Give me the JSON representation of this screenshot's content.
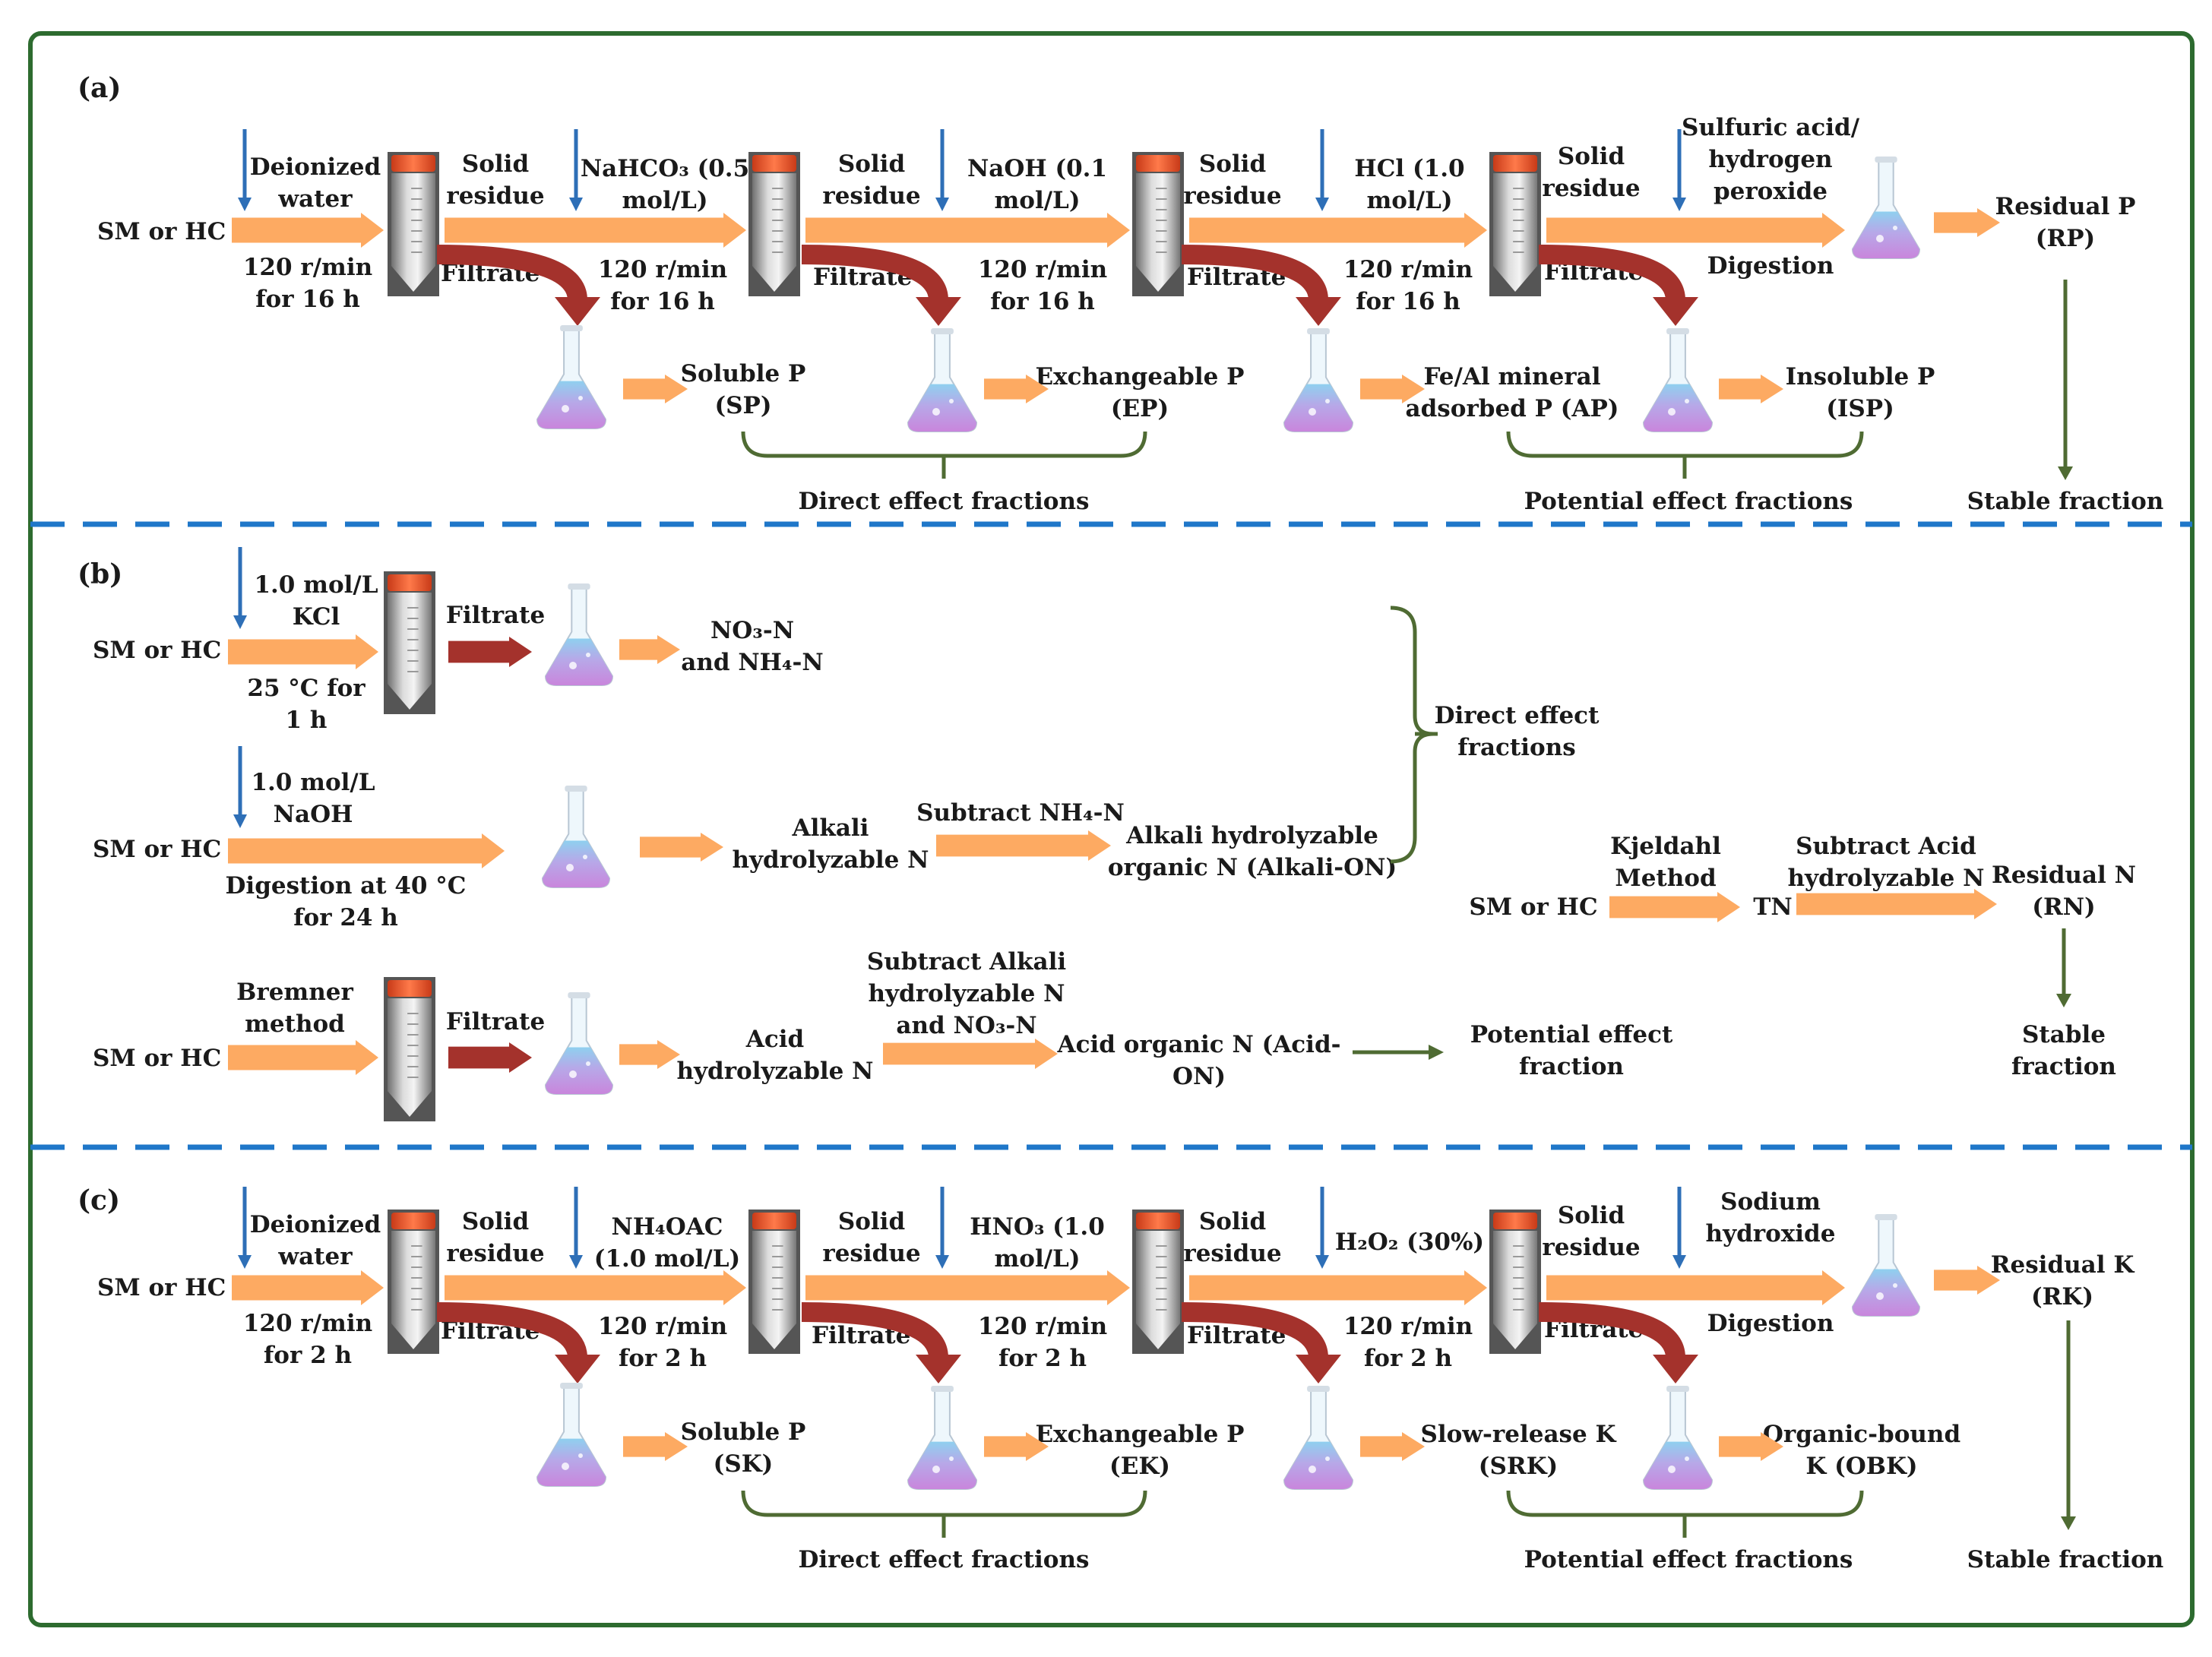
{
  "colors": {
    "frame": "#2d6b2f",
    "divider": "#1f77c9",
    "flow_arrow": "#fdaa62",
    "filtrate_arrow": "#a4322c",
    "reagent_arrow": "#2e6fb7",
    "bracket": "#4f6b33",
    "liquid_top": "#8fd0ef",
    "liquid_bottom": "#c986dc",
    "tube_cap": "#f0532f"
  },
  "icons": {
    "tube": "centrifuge-tube-icon",
    "flask": "erlenmeyer-flask-icon"
  },
  "panel_a": {
    "label": "(a)",
    "source": "SM or HC",
    "step1": {
      "reagent": [
        "Deionized",
        "water"
      ],
      "condition": [
        "120 r/min",
        "for 16 h"
      ]
    },
    "step2": {
      "reagent": [
        "NaHCO₃ (0.5",
        "mol/L)"
      ],
      "condition": [
        "120 r/min",
        "for 16 h"
      ]
    },
    "step3": {
      "reagent": [
        "NaOH (0.1",
        "mol/L)"
      ],
      "condition": [
        "120 r/min",
        "for 16 h"
      ]
    },
    "step4": {
      "reagent": [
        "HCl (1.0",
        "mol/L)"
      ],
      "condition": [
        "120 r/min",
        "for 16 h"
      ]
    },
    "step5": {
      "reagent": [
        "Sulfuric acid/",
        "hydrogen",
        "peroxide"
      ],
      "condition": "Digestion"
    },
    "solid_residue": [
      "Solid",
      "residue"
    ],
    "filtrate": "Filtrate",
    "fractions": [
      [
        "Soluble P",
        "(SP)"
      ],
      [
        "Exchangeable P",
        "(EP)"
      ],
      [
        "Fe/Al mineral",
        "adsorbed P (AP)"
      ],
      [
        "Insoluble P",
        "(ISP)"
      ]
    ],
    "residual": [
      "Residual P",
      "(RP)"
    ],
    "direct_group": "Direct effect fractions",
    "potential_group": "Potential effect fractions",
    "stable": "Stable fraction"
  },
  "panel_b": {
    "label": "(b)",
    "row1": {
      "source": "SM or HC",
      "reagent": [
        "1.0 mol/L",
        "KCl"
      ],
      "condition": [
        "25 °C for",
        "1 h"
      ],
      "filtrate": "Filtrate",
      "product": [
        "NO₃-N",
        "and NH₄-N"
      ]
    },
    "row2": {
      "source": "SM or HC",
      "reagent": [
        "1.0 mol/L",
        "NaOH"
      ],
      "condition": [
        "Digestion at 40 °C",
        "for 24 h"
      ],
      "product": [
        "Alkali",
        "hydrolyzable N"
      ],
      "subtract": "Subtract NH₄-N",
      "result": [
        "Alkali hydrolyzable",
        "organic N (Alkali-ON)"
      ]
    },
    "direct_group": [
      "Direct effect",
      "fractions"
    ],
    "row3": {
      "source": "SM or HC",
      "reagent": [
        "Bremner",
        "method"
      ],
      "filtrate": "Filtrate",
      "product": [
        "Acid",
        "hydrolyzable N"
      ],
      "subtract": [
        "Subtract Alkali",
        "hydrolyzable N",
        "and NO₃-N"
      ],
      "result": [
        "Acid organic N (Acid-",
        "ON)"
      ],
      "group": [
        "Potential effect",
        "fraction"
      ]
    },
    "kjeldahl": {
      "source": "SM or HC",
      "method": [
        "Kjeldahl",
        "Method"
      ],
      "tn": "TN",
      "subtract": [
        "Subtract Acid",
        "hydrolyzable N"
      ],
      "residual": [
        "Residual N",
        "(RN)"
      ],
      "stable": [
        "Stable",
        "fraction"
      ]
    }
  },
  "panel_c": {
    "label": "(c)",
    "source": "SM or HC",
    "step1": {
      "reagent": [
        "Deionized",
        "water"
      ],
      "condition": [
        "120 r/min",
        "for 2 h"
      ]
    },
    "step2": {
      "reagent": [
        "NH₄OAC",
        "(1.0 mol/L)"
      ],
      "condition": [
        "120 r/min",
        "for 2 h"
      ]
    },
    "step3": {
      "reagent": [
        "HNO₃ (1.0",
        "mol/L)"
      ],
      "condition": [
        "120 r/min",
        "for 2 h"
      ]
    },
    "step4": {
      "reagent": [
        "H₂O₂ (30%)"
      ],
      "condition": [
        "120 r/min",
        "for 2 h"
      ]
    },
    "step5": {
      "reagent": [
        "Sodium",
        "hydroxide"
      ],
      "condition": "Digestion"
    },
    "solid_residue": [
      "Solid",
      "residue"
    ],
    "filtrate": "Filtrate",
    "fractions": [
      [
        "Soluble P",
        "(SK)"
      ],
      [
        "Exchangeable P",
        "(EK)"
      ],
      [
        "Slow-release K",
        "(SRK)"
      ],
      [
        "Organic-bound",
        "K (OBK)"
      ]
    ],
    "residual": [
      "Residual K",
      "(RK)"
    ],
    "direct_group": "Direct effect fractions",
    "potential_group": "Potential effect fractions",
    "stable": "Stable fraction"
  }
}
